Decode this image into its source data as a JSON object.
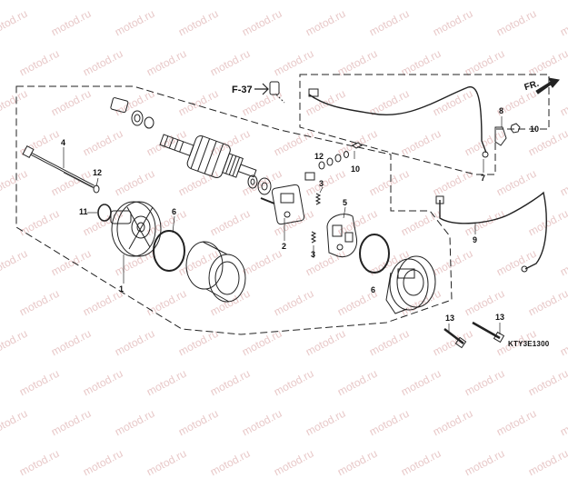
{
  "watermark": "motod.ru",
  "reference": "F-37",
  "direction": "FR.",
  "diagram_code": "KTY3E1300",
  "callouts": [
    "1",
    "2",
    "3",
    "3",
    "4",
    "5",
    "6",
    "6",
    "7",
    "8",
    "9",
    "10",
    "10",
    "11",
    "12",
    "12",
    "13",
    "13"
  ],
  "colors": {
    "line": "#222222",
    "watermark": "#e8c8c8",
    "background": "#ffffff"
  }
}
